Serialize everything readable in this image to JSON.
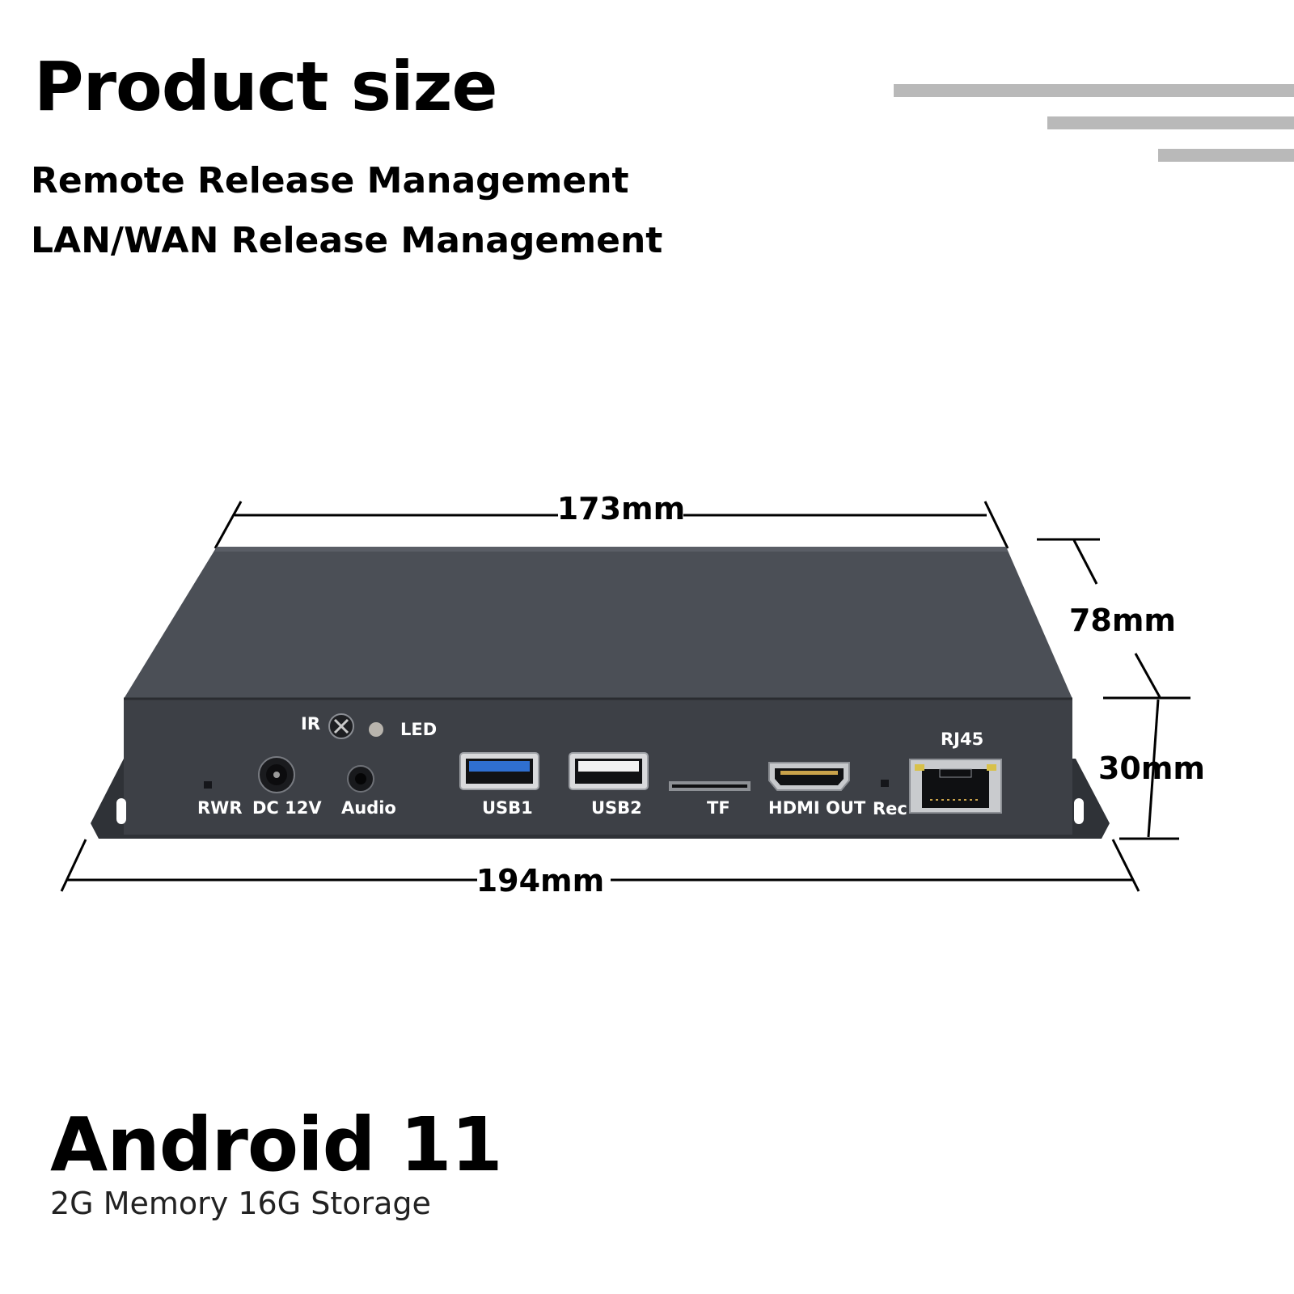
{
  "header": {
    "title": "Product size",
    "lines": [
      "Remote Release Management",
      "LAN/WAN Release Management"
    ]
  },
  "dimensions": {
    "length_top": "173mm",
    "depth": "78mm",
    "height": "30mm",
    "length_bottom": "194mm"
  },
  "ports": {
    "ir": "IR",
    "led": "LED",
    "rwr": "RWR",
    "dc": "DC 12V",
    "audio": "Audio",
    "usb1": "USB1",
    "usb2": "USB2",
    "tf": "TF",
    "hdmi": "HDMI OUT",
    "rec": "Rec",
    "rj45": "RJ45"
  },
  "footer": {
    "os": "Android 11",
    "spec": "2G Memory 16G Storage"
  },
  "colors": {
    "body": "#3d4046",
    "top": "#4b4f56",
    "usb3": "#2f6fd0",
    "accent_lines": "#b9b9b9"
  }
}
